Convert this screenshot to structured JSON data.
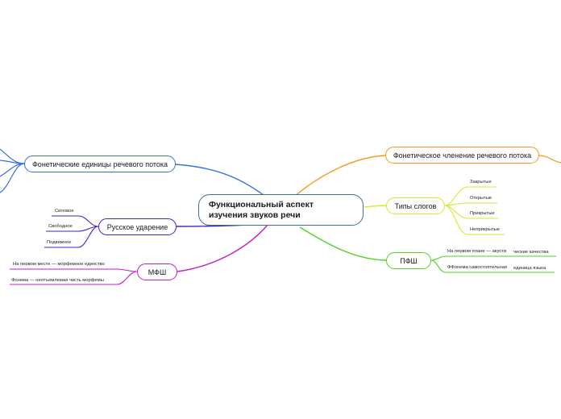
{
  "central": {
    "title": "Функциональный аспект изучения звуков речи"
  },
  "branches": {
    "phonetic_units": {
      "label": "Фонетические единицы речевого потока",
      "color": "#3a6fd8"
    },
    "stress": {
      "label": "Русское ударение",
      "color": "#4a1ec7",
      "leaves": [
        "Силовое",
        "Свободное",
        "Подвижное"
      ]
    },
    "mfsh": {
      "label": "МФШ",
      "color": "#c31fc3",
      "leaves": [
        "На первом месте — морфемное единство",
        "Фонема — неотъемлемая часть морфемы"
      ]
    },
    "segmentation": {
      "label": "Фонетическое членение речевого потока",
      "color": "#f59a1e"
    },
    "syllables": {
      "label": "Типы слогов",
      "color": "#d9e633",
      "leaves": [
        "Закрытые",
        "Открытые",
        "Прикрытые",
        "Неприкрытые"
      ]
    },
    "pfsh": {
      "label": "ПФШ",
      "color": "#4fd31f",
      "leaves": [
        {
          "a": "На первом плане — акусти",
          "b": "ческие качества"
        },
        {
          "a": "ФФонема самостоятельная",
          "b": "единица языка"
        }
      ]
    }
  }
}
